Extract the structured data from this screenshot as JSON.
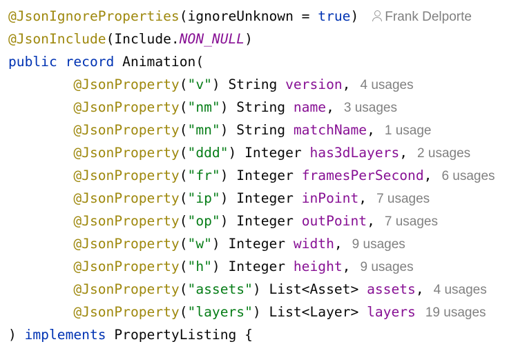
{
  "colors": {
    "annotation": "#9E880D",
    "string": "#067D17",
    "keyword": "#0033B3",
    "field": "#871094",
    "hint": "#808080",
    "text": "#080808"
  },
  "author": {
    "icon": "person-icon",
    "name": "Frank Delporte"
  },
  "lines": [
    {
      "tokens": [
        {
          "t": "@JsonIgnoreProperties",
          "c": "ann"
        },
        {
          "t": "(ignoreUnknown = ",
          "c": "plain"
        },
        {
          "t": "true",
          "c": "kw"
        },
        {
          "t": ")",
          "c": "plain"
        }
      ],
      "author": true
    },
    {
      "tokens": [
        {
          "t": "@JsonInclude",
          "c": "ann"
        },
        {
          "t": "(Include.",
          "c": "plain"
        },
        {
          "t": "NON_NULL",
          "c": "const"
        },
        {
          "t": ")",
          "c": "plain"
        }
      ]
    },
    {
      "tokens": [
        {
          "t": "public",
          "c": "kw"
        },
        {
          "t": " ",
          "c": "plain"
        },
        {
          "t": "record",
          "c": "kw"
        },
        {
          "t": " Animation(",
          "c": "plain"
        }
      ]
    },
    {
      "tokens": [
        {
          "t": "        ",
          "c": "plain"
        },
        {
          "t": "@JsonProperty",
          "c": "ann"
        },
        {
          "t": "(",
          "c": "plain"
        },
        {
          "t": "\"v\"",
          "c": "str"
        },
        {
          "t": ") String ",
          "c": "plain"
        },
        {
          "t": "version",
          "c": "fld"
        },
        {
          "t": ",",
          "c": "plain"
        }
      ],
      "usages": "4 usages"
    },
    {
      "tokens": [
        {
          "t": "        ",
          "c": "plain"
        },
        {
          "t": "@JsonProperty",
          "c": "ann"
        },
        {
          "t": "(",
          "c": "plain"
        },
        {
          "t": "\"nm\"",
          "c": "str"
        },
        {
          "t": ") String ",
          "c": "plain"
        },
        {
          "t": "name",
          "c": "fld"
        },
        {
          "t": ",",
          "c": "plain"
        }
      ],
      "usages": "3 usages"
    },
    {
      "tokens": [
        {
          "t": "        ",
          "c": "plain"
        },
        {
          "t": "@JsonProperty",
          "c": "ann"
        },
        {
          "t": "(",
          "c": "plain"
        },
        {
          "t": "\"mn\"",
          "c": "str"
        },
        {
          "t": ") String ",
          "c": "plain"
        },
        {
          "t": "matchName",
          "c": "fld"
        },
        {
          "t": ",",
          "c": "plain"
        }
      ],
      "usages": "1 usage"
    },
    {
      "tokens": [
        {
          "t": "        ",
          "c": "plain"
        },
        {
          "t": "@JsonProperty",
          "c": "ann"
        },
        {
          "t": "(",
          "c": "plain"
        },
        {
          "t": "\"ddd\"",
          "c": "str"
        },
        {
          "t": ") Integer ",
          "c": "plain"
        },
        {
          "t": "has3dLayers",
          "c": "fld"
        },
        {
          "t": ",",
          "c": "plain"
        }
      ],
      "usages": "2 usages"
    },
    {
      "tokens": [
        {
          "t": "        ",
          "c": "plain"
        },
        {
          "t": "@JsonProperty",
          "c": "ann"
        },
        {
          "t": "(",
          "c": "plain"
        },
        {
          "t": "\"fr\"",
          "c": "str"
        },
        {
          "t": ") Integer ",
          "c": "plain"
        },
        {
          "t": "framesPerSecond",
          "c": "fld"
        },
        {
          "t": ",",
          "c": "plain"
        }
      ],
      "usages": "6 usages"
    },
    {
      "tokens": [
        {
          "t": "        ",
          "c": "plain"
        },
        {
          "t": "@JsonProperty",
          "c": "ann"
        },
        {
          "t": "(",
          "c": "plain"
        },
        {
          "t": "\"ip\"",
          "c": "str"
        },
        {
          "t": ") Integer ",
          "c": "plain"
        },
        {
          "t": "inPoint",
          "c": "fld"
        },
        {
          "t": ",",
          "c": "plain"
        }
      ],
      "usages": "7 usages"
    },
    {
      "tokens": [
        {
          "t": "        ",
          "c": "plain"
        },
        {
          "t": "@JsonProperty",
          "c": "ann"
        },
        {
          "t": "(",
          "c": "plain"
        },
        {
          "t": "\"op\"",
          "c": "str"
        },
        {
          "t": ") Integer ",
          "c": "plain"
        },
        {
          "t": "outPoint",
          "c": "fld"
        },
        {
          "t": ",",
          "c": "plain"
        }
      ],
      "usages": "7 usages"
    },
    {
      "tokens": [
        {
          "t": "        ",
          "c": "plain"
        },
        {
          "t": "@JsonProperty",
          "c": "ann"
        },
        {
          "t": "(",
          "c": "plain"
        },
        {
          "t": "\"w\"",
          "c": "str"
        },
        {
          "t": ") Integer ",
          "c": "plain"
        },
        {
          "t": "width",
          "c": "fld"
        },
        {
          "t": ",",
          "c": "plain"
        }
      ],
      "usages": "9 usages"
    },
    {
      "tokens": [
        {
          "t": "        ",
          "c": "plain"
        },
        {
          "t": "@JsonProperty",
          "c": "ann"
        },
        {
          "t": "(",
          "c": "plain"
        },
        {
          "t": "\"h\"",
          "c": "str"
        },
        {
          "t": ") Integer ",
          "c": "plain"
        },
        {
          "t": "height",
          "c": "fld"
        },
        {
          "t": ",",
          "c": "plain"
        }
      ],
      "usages": "9 usages"
    },
    {
      "tokens": [
        {
          "t": "        ",
          "c": "plain"
        },
        {
          "t": "@JsonProperty",
          "c": "ann"
        },
        {
          "t": "(",
          "c": "plain"
        },
        {
          "t": "\"assets\"",
          "c": "str"
        },
        {
          "t": ") List<Asset> ",
          "c": "plain"
        },
        {
          "t": "assets",
          "c": "fld"
        },
        {
          "t": ",",
          "c": "plain"
        }
      ],
      "usages": "4 usages"
    },
    {
      "tokens": [
        {
          "t": "        ",
          "c": "plain"
        },
        {
          "t": "@JsonProperty",
          "c": "ann"
        },
        {
          "t": "(",
          "c": "plain"
        },
        {
          "t": "\"layers\"",
          "c": "str"
        },
        {
          "t": ") List<Layer> ",
          "c": "plain"
        },
        {
          "t": "layers",
          "c": "fld"
        }
      ],
      "usages": "19 usages"
    },
    {
      "tokens": [
        {
          "t": ") ",
          "c": "plain"
        },
        {
          "t": "implements",
          "c": "kw"
        },
        {
          "t": " PropertyListing {",
          "c": "plain"
        }
      ]
    }
  ]
}
